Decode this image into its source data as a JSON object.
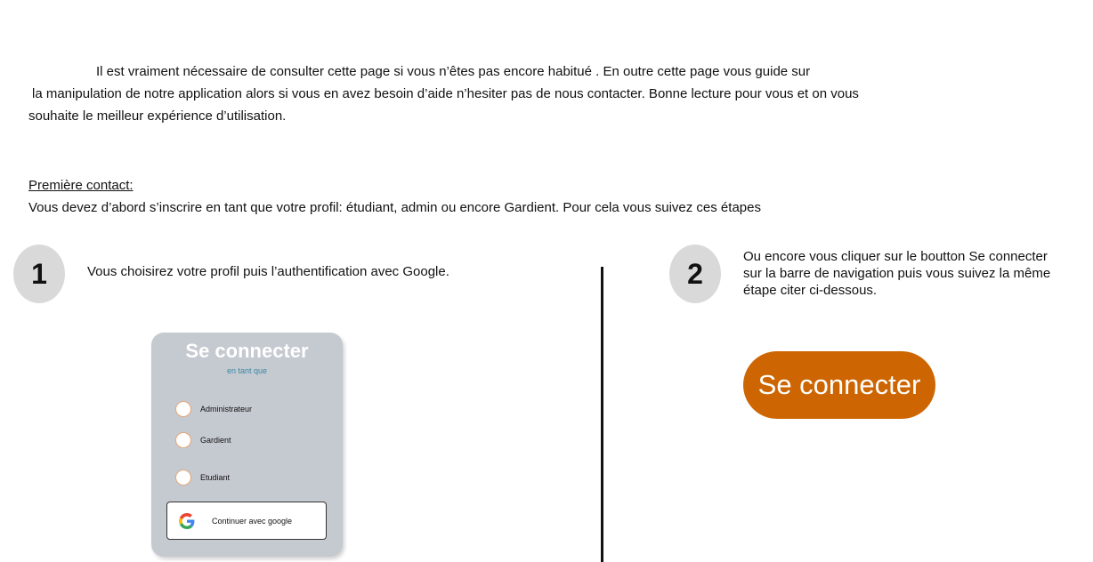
{
  "intro": {
    "line1": "Il est vraiment nécessaire de consulter cette page si vous n’êtes pas encore habitué . En outre cette page vous guide sur",
    "line2": "la manipulation de notre application alors si vous en avez besoin d’aide n’hesiter pas de nous contacter. Bonne lecture pour vous et on vous",
    "line3": "souhaite le meilleur expérience d’utilisation."
  },
  "section": {
    "title": "Première contact:",
    "description": "Vous devez d’abord s’inscrire en tant que votre profil: étudiant, admin ou encore Gardient. Pour cela vous suivez ces étapes"
  },
  "step1": {
    "number": "1",
    "text": "Vous choisirez votre profil puis l’authentification avec Google."
  },
  "step2": {
    "number": "2",
    "line1": "Ou encore vous cliquer sur le boutton Se connecter",
    "line2": "sur la barre de navigation puis vous suivez la même",
    "line3": "étape citer ci-dessous."
  },
  "login_card": {
    "title": "Se connecter",
    "subtitle": "en tant que",
    "options": [
      "Administrateur",
      "Gardient",
      "Etudiant"
    ],
    "google_button": "Continuer avec google"
  },
  "connect_button": {
    "label": "Se connecter"
  },
  "colors": {
    "accent_orange": "#cd6602",
    "card_bg": "#c5c9d0",
    "subtitle_blue": "#3b88a6",
    "step_circle": "#d9d9d9"
  }
}
